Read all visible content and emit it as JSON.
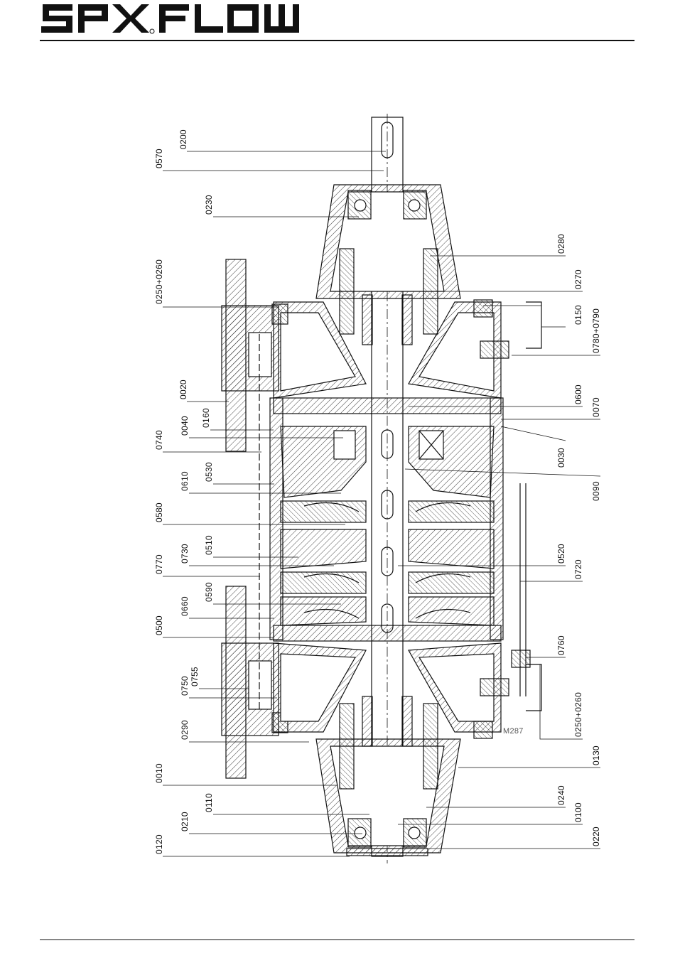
{
  "header": {
    "brand": "SPXFLOW"
  },
  "drawing": {
    "watermark": "M287",
    "callouts_left": [
      {
        "id": "c0200",
        "text": "0200"
      },
      {
        "id": "c0570",
        "text": "0570"
      },
      {
        "id": "c0230",
        "text": "0230"
      },
      {
        "id": "c0250a",
        "text": "0250+0260"
      },
      {
        "id": "c0020",
        "text": "0020"
      },
      {
        "id": "c0160",
        "text": "0160"
      },
      {
        "id": "c0040",
        "text": "0040"
      },
      {
        "id": "c0740",
        "text": "0740"
      },
      {
        "id": "c0530",
        "text": "0530"
      },
      {
        "id": "c0610",
        "text": "0610"
      },
      {
        "id": "c0580",
        "text": "0580"
      },
      {
        "id": "c0510",
        "text": "0510"
      },
      {
        "id": "c0730",
        "text": "0730"
      },
      {
        "id": "c0770",
        "text": "0770"
      },
      {
        "id": "c0590",
        "text": "0590"
      },
      {
        "id": "c0660",
        "text": "0660"
      },
      {
        "id": "c0500",
        "text": "0500"
      },
      {
        "id": "c0755",
        "text": "0755"
      },
      {
        "id": "c0750",
        "text": "0750"
      },
      {
        "id": "c0290",
        "text": "0290"
      },
      {
        "id": "c0010",
        "text": "0010"
      },
      {
        "id": "c0110",
        "text": "0110"
      },
      {
        "id": "c0210",
        "text": "0210"
      },
      {
        "id": "c0120",
        "text": "0120"
      }
    ],
    "callouts_right": [
      {
        "id": "c0280",
        "text": "0280"
      },
      {
        "id": "c0270",
        "text": "0270"
      },
      {
        "id": "c0150",
        "text": "0150"
      },
      {
        "id": "c0780",
        "text": "0780+0790"
      },
      {
        "id": "c0600",
        "text": "0600"
      },
      {
        "id": "c0070",
        "text": "0070"
      },
      {
        "id": "c0030",
        "text": "0030"
      },
      {
        "id": "c0090",
        "text": "0090"
      },
      {
        "id": "c0520",
        "text": "0520"
      },
      {
        "id": "c0720",
        "text": "0720"
      },
      {
        "id": "c0760",
        "text": "0760"
      },
      {
        "id": "c0250b",
        "text": "0250+0260"
      },
      {
        "id": "c0130",
        "text": "0130"
      },
      {
        "id": "c0240",
        "text": "0240"
      },
      {
        "id": "c0100",
        "text": "0100"
      },
      {
        "id": "c0220",
        "text": "0220"
      }
    ]
  }
}
